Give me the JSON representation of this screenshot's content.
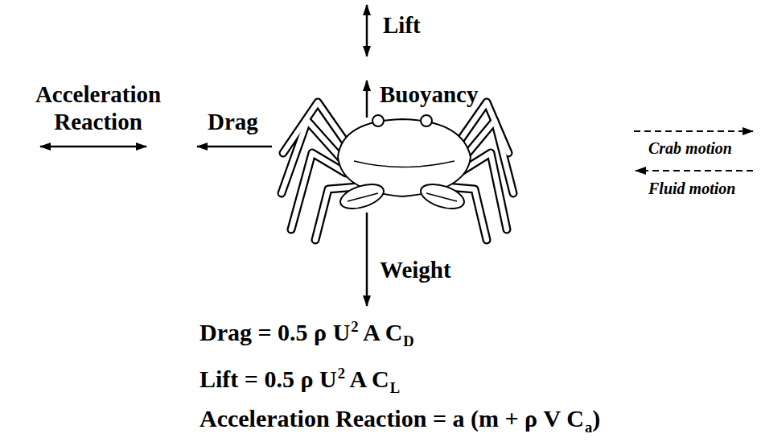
{
  "diagram": {
    "labels": [
      "Lift",
      "Acceleration Reaction",
      "Drag",
      "Buoyancy",
      "Crab motion",
      "Fluid motion",
      "Weight",
      "Drag = 0.5 ρ U",
      "2",
      "A C",
      "D",
      "Lift = 0.5 ρ U",
      "2",
      "A C",
      "L",
      "Acceleration Reaction = a (m + ρ V C",
      "a",
      ")"
    ]
  }
}
